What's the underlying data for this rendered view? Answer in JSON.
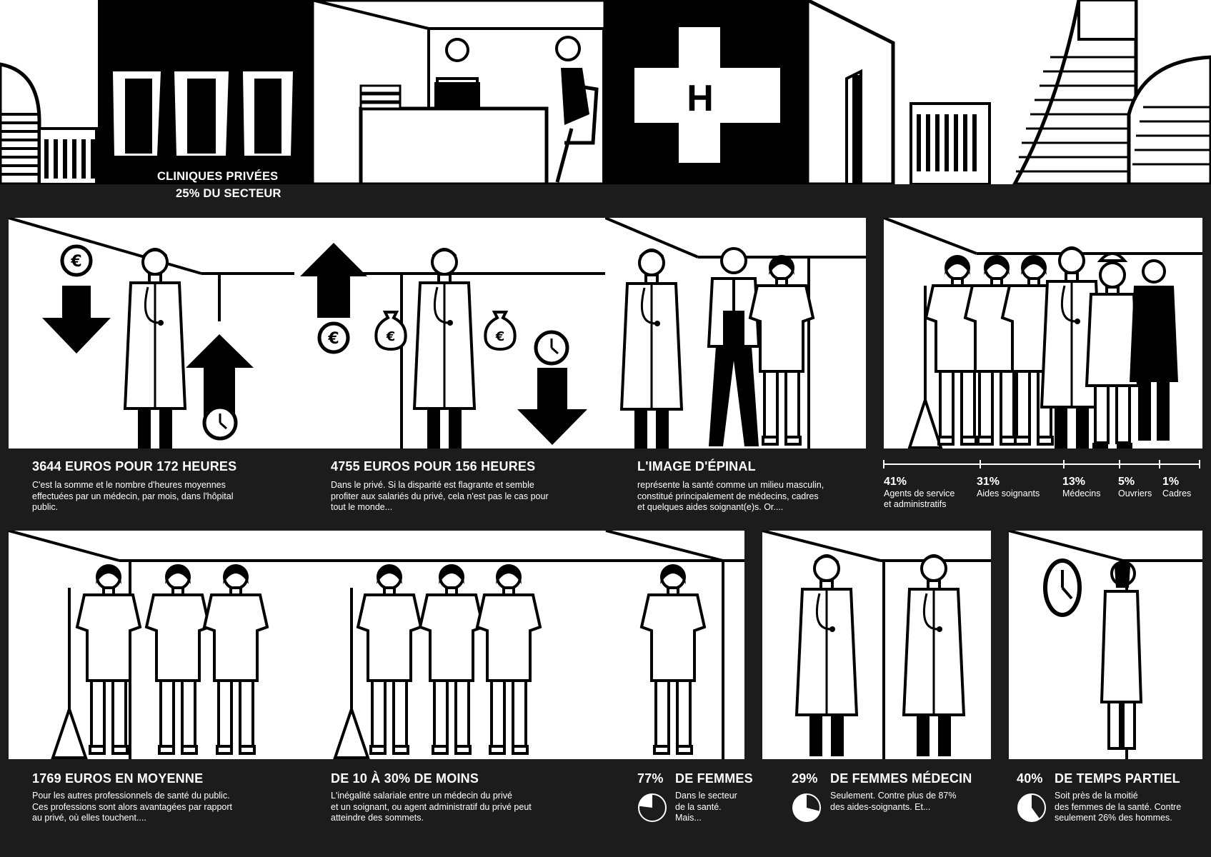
{
  "top_banner": {
    "line1": "CLINIQUES PRIVÉES",
    "line2": "25% DU SECTEUR",
    "hospital_sign": "H"
  },
  "panels_row2": [
    {
      "title": "3644 EUROS  POUR  172 HEURES",
      "body": [
        "C'est la somme et le nombre d'heures moyennes",
        "effectuées par un médecin, par mois, dans l'hôpital",
        "public."
      ]
    },
    {
      "title": "4755 EUROS  POUR  156 HEURES",
      "body": [
        "Dans le privé. Si la disparité est flagrante et semble",
        "profiter aux salariés du privé, cela n'est pas le cas pour",
        "tout le monde..."
      ]
    },
    {
      "title": "L'IMAGE D'ÉPINAL",
      "body": [
        "représente la santé comme un milieu masculin,",
        "constitué principalement de médecins, cadres",
        "et quelques aides soignant(e)s. Or...."
      ]
    }
  ],
  "workforce_stats": [
    {
      "pct": "41%",
      "label": [
        "Agents de service",
        "et administratifs"
      ]
    },
    {
      "pct": "31%",
      "label": [
        "Aides soignants"
      ]
    },
    {
      "pct": "13%",
      "label": [
        "Médecins"
      ]
    },
    {
      "pct": "5%",
      "label": [
        "Ouvriers"
      ]
    },
    {
      "pct": "1%",
      "label": [
        "Cadres"
      ]
    }
  ],
  "panels_row3": [
    {
      "title": "1769 EUROS EN MOYENNE",
      "body": [
        "Pour les autres professionnels de santé du public.",
        "Ces professions sont alors avantagées par rapport",
        "au privé, où elles touchent...."
      ]
    },
    {
      "title": "DE 10 À 30% DE MOINS",
      "body": [
        "L'inégalité salariale entre un médecin du privé",
        "et un soignant, ou agent administratif du privé peut",
        "atteindre des sommets."
      ]
    }
  ],
  "pie_stats": [
    {
      "pct": "77%",
      "title": "DE FEMMES",
      "value": 0.77,
      "body": [
        "Dans le secteur",
        "de la santé.",
        "Mais..."
      ]
    },
    {
      "pct": "29%",
      "title": "DE FEMMES MÉDECIN",
      "value": 0.29,
      "body": [
        "Seulement. Contre plus de 87%",
        "des aides-soignants. Et..."
      ]
    },
    {
      "pct": "40%",
      "title": "DE TEMPS PARTIEL",
      "value": 0.4,
      "body": [
        "Soit près de la moitié",
        "des femmes de la santé. Contre",
        "seulement 26% des hommes."
      ]
    }
  ],
  "icons": [
    "euro-coin-icon",
    "clock-icon",
    "money-bag-icon",
    "arrow-up-icon",
    "arrow-down-icon",
    "hospital-cross-icon"
  ]
}
